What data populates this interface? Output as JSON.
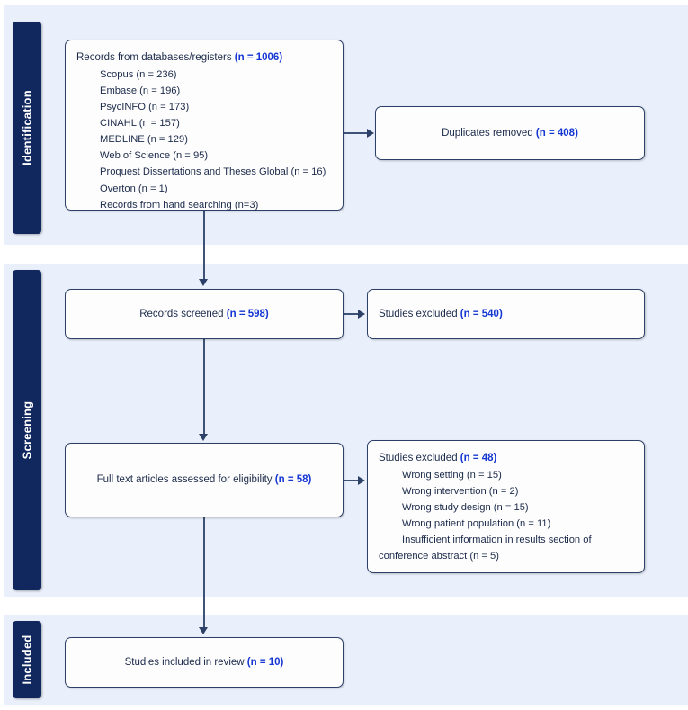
{
  "diagram": {
    "type": "prisma-flow-diagram",
    "title": "PRISMA 2020 flow diagram"
  },
  "colors": {
    "stage_tab_bg": "#11285f",
    "stage_band_bg": "#eaf0fb",
    "box_border": "#2c4068",
    "box_bg": "#fdfdfd",
    "text": "#1b2a4a",
    "n_value": "#1436d2",
    "connector": "#3d5276"
  },
  "stages": [
    {
      "key": "identification",
      "label": "Identification"
    },
    {
      "key": "screening",
      "label": "Screening"
    },
    {
      "key": "included",
      "label": "Included"
    }
  ],
  "boxes": {
    "records_identified": {
      "heading_text": "Records from databases/registers ",
      "heading_n": "(n = 1006)",
      "sources": [
        "Scopus (n = 236)",
        "Embase (n = 196)",
        "PsycINFO (n = 173)",
        "CINAHL (n = 157)",
        "MEDLINE (n = 129)",
        "Web of Science (n = 95)",
        "Proquest Dissertations and Theses Global (n = 16)",
        "Overton (n = 1)",
        "Records from hand searching (n=3)"
      ]
    },
    "duplicates_removed": {
      "text": "Duplicates removed ",
      "n": "(n = 408)"
    },
    "records_screened": {
      "text": "Records screened ",
      "n": "(n = 598)"
    },
    "studies_excluded_screening": {
      "text": "Studies excluded ",
      "n": "(n = 540)"
    },
    "fulltext_assessed": {
      "text": "Full text articles assessed for eligibility ",
      "n": "(n = 58)"
    },
    "studies_excluded_eligibility": {
      "heading_text": "Studies excluded ",
      "heading_n": "(n = 48)",
      "reasons": [
        "Wrong setting (n = 15)",
        "Wrong intervention (n = 2)",
        "Wrong study design (n = 15)",
        "Wrong patient population (n = 11)",
        "Insufficient information in results section of conference abstract (n = 5)"
      ]
    },
    "studies_included": {
      "text": "Studies included in review ",
      "n": "(n = 10)"
    }
  }
}
